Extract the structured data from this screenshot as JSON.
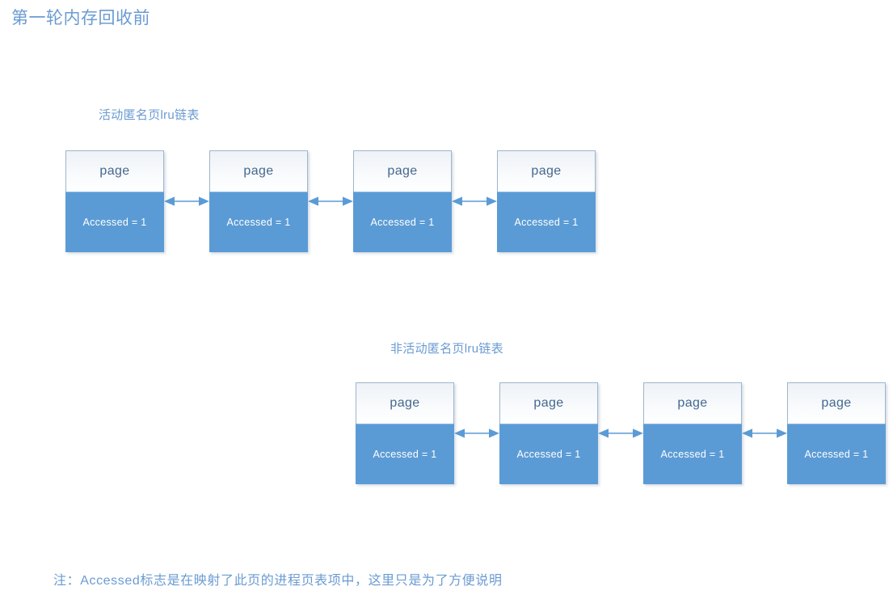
{
  "title": "第一轮内存回收前",
  "colors": {
    "accent_blue": "#5b9bd5",
    "label_blue": "#6b9bd2",
    "head_text_blue": "#44688f",
    "border_gray_blue": "#9fb6cd",
    "node_body_text": "#ffffff",
    "background": "#ffffff"
  },
  "lists": [
    {
      "id": "active-anon-lru",
      "label": "活动匿名页lru链表",
      "nodes": [
        {
          "head": "page",
          "body": "Accessed = 1"
        },
        {
          "head": "page",
          "body": "Accessed = 1"
        },
        {
          "head": "page",
          "body": "Accessed = 1"
        },
        {
          "head": "page",
          "body": "Accessed = 1"
        }
      ],
      "connector_icon": "double-arrow-horizontal-icon"
    },
    {
      "id": "inactive-anon-lru",
      "label": "非活动匿名页lru链表",
      "nodes": [
        {
          "head": "page",
          "body": "Accessed = 1"
        },
        {
          "head": "page",
          "body": "Accessed = 1"
        },
        {
          "head": "page",
          "body": "Accessed = 1"
        },
        {
          "head": "page",
          "body": "Accessed = 1"
        }
      ],
      "connector_icon": "double-arrow-horizontal-icon"
    }
  ],
  "footer_note": "注：Accessed标志是在映射了此页的进程页表项中，这里只是为了方便说明"
}
